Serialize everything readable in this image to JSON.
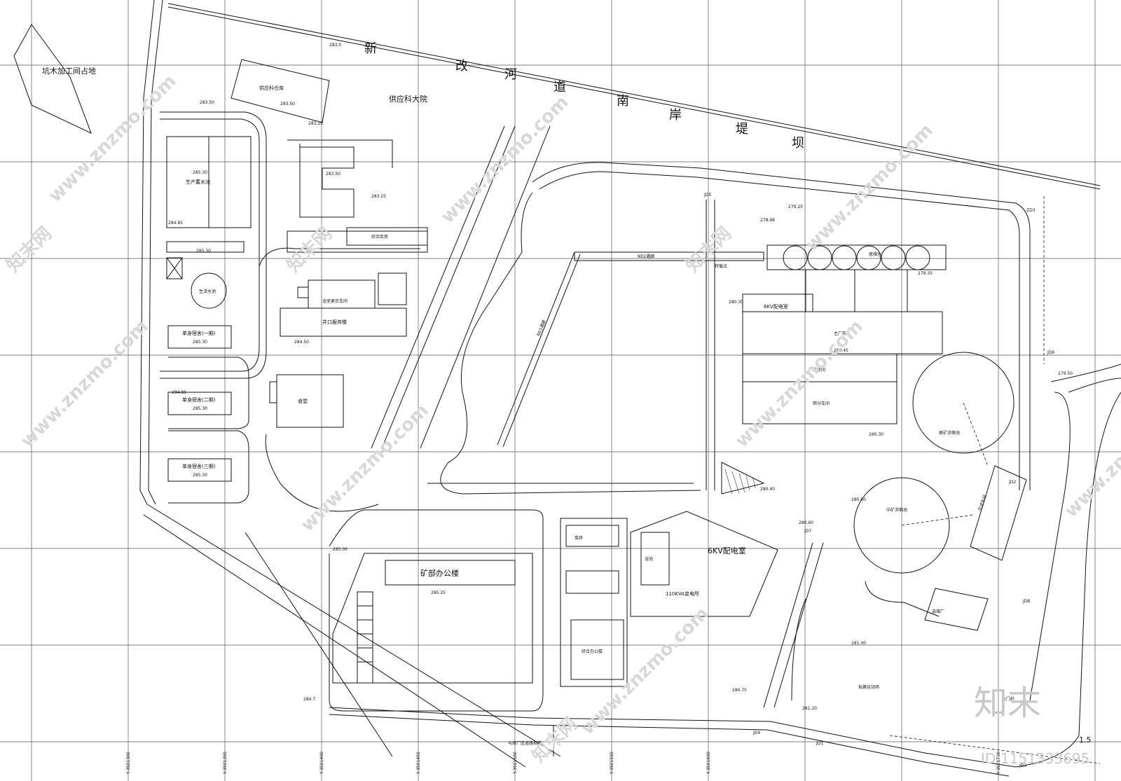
{
  "labels": {
    "river_1": "新",
    "river_2": "改",
    "river_3": "河",
    "river_4": "道",
    "river_5": "南",
    "river_6": "岸",
    "river_7": "堤",
    "river_8": "坝",
    "pit_wood": "坑木加工间占地",
    "supply_warehouse": "供应科仓库",
    "supply_yard": "供应科大院",
    "production_pool": "生产蓄水池",
    "fire_pool": "生活水池",
    "dorm_1": "单身宿舍(一期)",
    "dorm_2": "单身宿舍(二期)",
    "dorm_3": "单身宿舍(三期)",
    "canteen": "食堂",
    "pithead_service": "井口服务楼",
    "wash_bath": "浴室更衣车间",
    "garage": "综合库房",
    "tunnel_n02": "N02通廊",
    "tunnel_n01": "N01通廊",
    "raw_coal_bin": "原煤仓",
    "main_plant": "主厂房",
    "transfer": "转载点",
    "switch_room": "6KV配电室",
    "jig_room": "跳汰间",
    "prep_room": "筛分车间",
    "thickener_big": "尾矿浓缩池",
    "thickener_small": "中矿浓缩池",
    "office": "矿部办公楼",
    "substation_6kv": "6KV配电室",
    "substation_110": "110KVA变电所",
    "pump_room": "泵房",
    "power_room": "浴池",
    "multi_hall": "综合办公楼",
    "sports": "拟建运动场",
    "gate": "大门柱",
    "south_road": "与原厂区道路相接",
    "filter": "压滤车间",
    "coal_yard": "选煤厂"
  },
  "elevations": {
    "e1": "283.0",
    "e2": "283.50",
    "e3": "283.25",
    "e4": "285.30",
    "e5": "284.85",
    "e6": "285.30",
    "e7": "283.50",
    "e8": "283.25",
    "e9": "284.50",
    "e10": "284.85",
    "e11": "285.30",
    "e12": "285.30",
    "e13": "285.30",
    "e14": "279.25",
    "e15": "278.98",
    "e16": "279.35",
    "e17": "280.30",
    "e18": "280.45",
    "e19": "280.30",
    "e20": "280.60",
    "e21": "280.60",
    "e22": "285.25",
    "e23": "284.7",
    "e24": "281.00",
    "e25": "281.20",
    "e26": "279.50",
    "e27": "280.75",
    "e28": "285.00",
    "e29": "280.40",
    "e30": "283.50"
  },
  "coords": {
    "c1": "Y-3501300",
    "c2": "Y-3501350",
    "c3": "Y-3501400",
    "c4": "Y-3501450",
    "c5": "Y-3501500",
    "c6": "Y-3501550",
    "c7": "Y-3501600",
    "c8": "Y-3501700"
  },
  "pins": {
    "p1": "JD1",
    "p2": "JD2",
    "p3": "JD3",
    "p4": "JD4",
    "p5": "JD5",
    "p6": "JD6",
    "p7": "JD7",
    "p8": "JD8",
    "p9": "ZD3"
  },
  "watermark": {
    "site": "www.znzmo.com",
    "brand": "知末网",
    "logo": "知末",
    "id": "ID:1151333695",
    "scale": "1.5"
  }
}
